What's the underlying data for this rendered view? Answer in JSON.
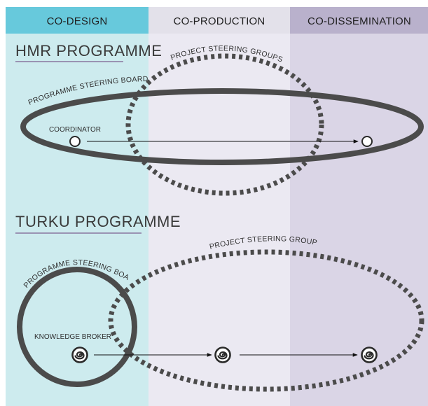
{
  "colors": {
    "co_design_band": "#cdebee",
    "co_design_header": "#67c9dc",
    "co_production_band": "#ebe9f2",
    "co_production_header": "#e3e1ea",
    "co_dissemination_band": "#dad5e6",
    "co_dissemination_header": "#b9b1cc",
    "ring": "#4b4b4b",
    "underline": "#9a93b3"
  },
  "columns": [
    {
      "label": "CO-DESIGN"
    },
    {
      "label": "CO-PRODUCTION"
    },
    {
      "label": "CO-DISSEMINATION"
    }
  ],
  "hmr": {
    "title": "HMR PROGRAMME",
    "board_label": "PROGRAMME STEERING BOARD",
    "groups_label": "PROJECT STEERING GROUPS",
    "node_label": "COORDINATOR",
    "node_icon": "circle-node-icon"
  },
  "turku": {
    "title": "TURKU  PROGRAMME",
    "board_label": "PROGRAMME STEERING BOARD",
    "groups_label": "PROJECT STEERING GROUPS",
    "node_label": "KNOWLEDGE BROKER",
    "node_icon": "spiral-icon"
  }
}
